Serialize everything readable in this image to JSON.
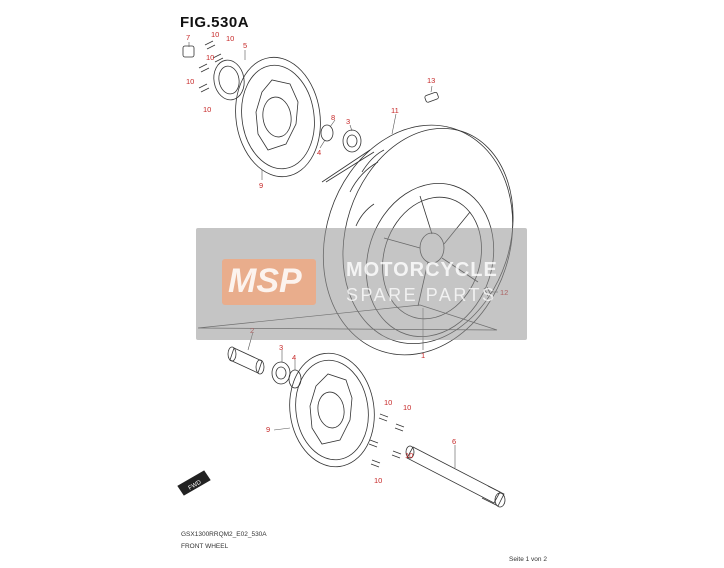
{
  "figure": {
    "title": "FIG.530A",
    "model_code": "GSX1300RRQM2_E02_530A",
    "section_name": "FRONT WHEEL",
    "page_label": "Seite 1 von 2"
  },
  "watermark": {
    "logo": "MSP",
    "line1": "MOTORCYCLE",
    "line2": "SPARE PARTS"
  },
  "callouts": {
    "c1": "1",
    "c2": "2",
    "c3a": "3",
    "c3b": "3",
    "c4a": "4",
    "c4b": "4",
    "c5": "5",
    "c6": "6",
    "c7": "7",
    "c8": "8",
    "c9a": "9",
    "c9b": "9",
    "c10a": "10",
    "c10b": "10",
    "c10c": "10",
    "c10d": "10",
    "c10e": "10",
    "c10f": "10",
    "c10g": "10",
    "c10h": "10",
    "c10i": "10",
    "c11": "11",
    "c12": "12",
    "c13": "13"
  },
  "fwd_badge": "FWD",
  "colors": {
    "callout": "#c62828",
    "line": "#333333"
  }
}
